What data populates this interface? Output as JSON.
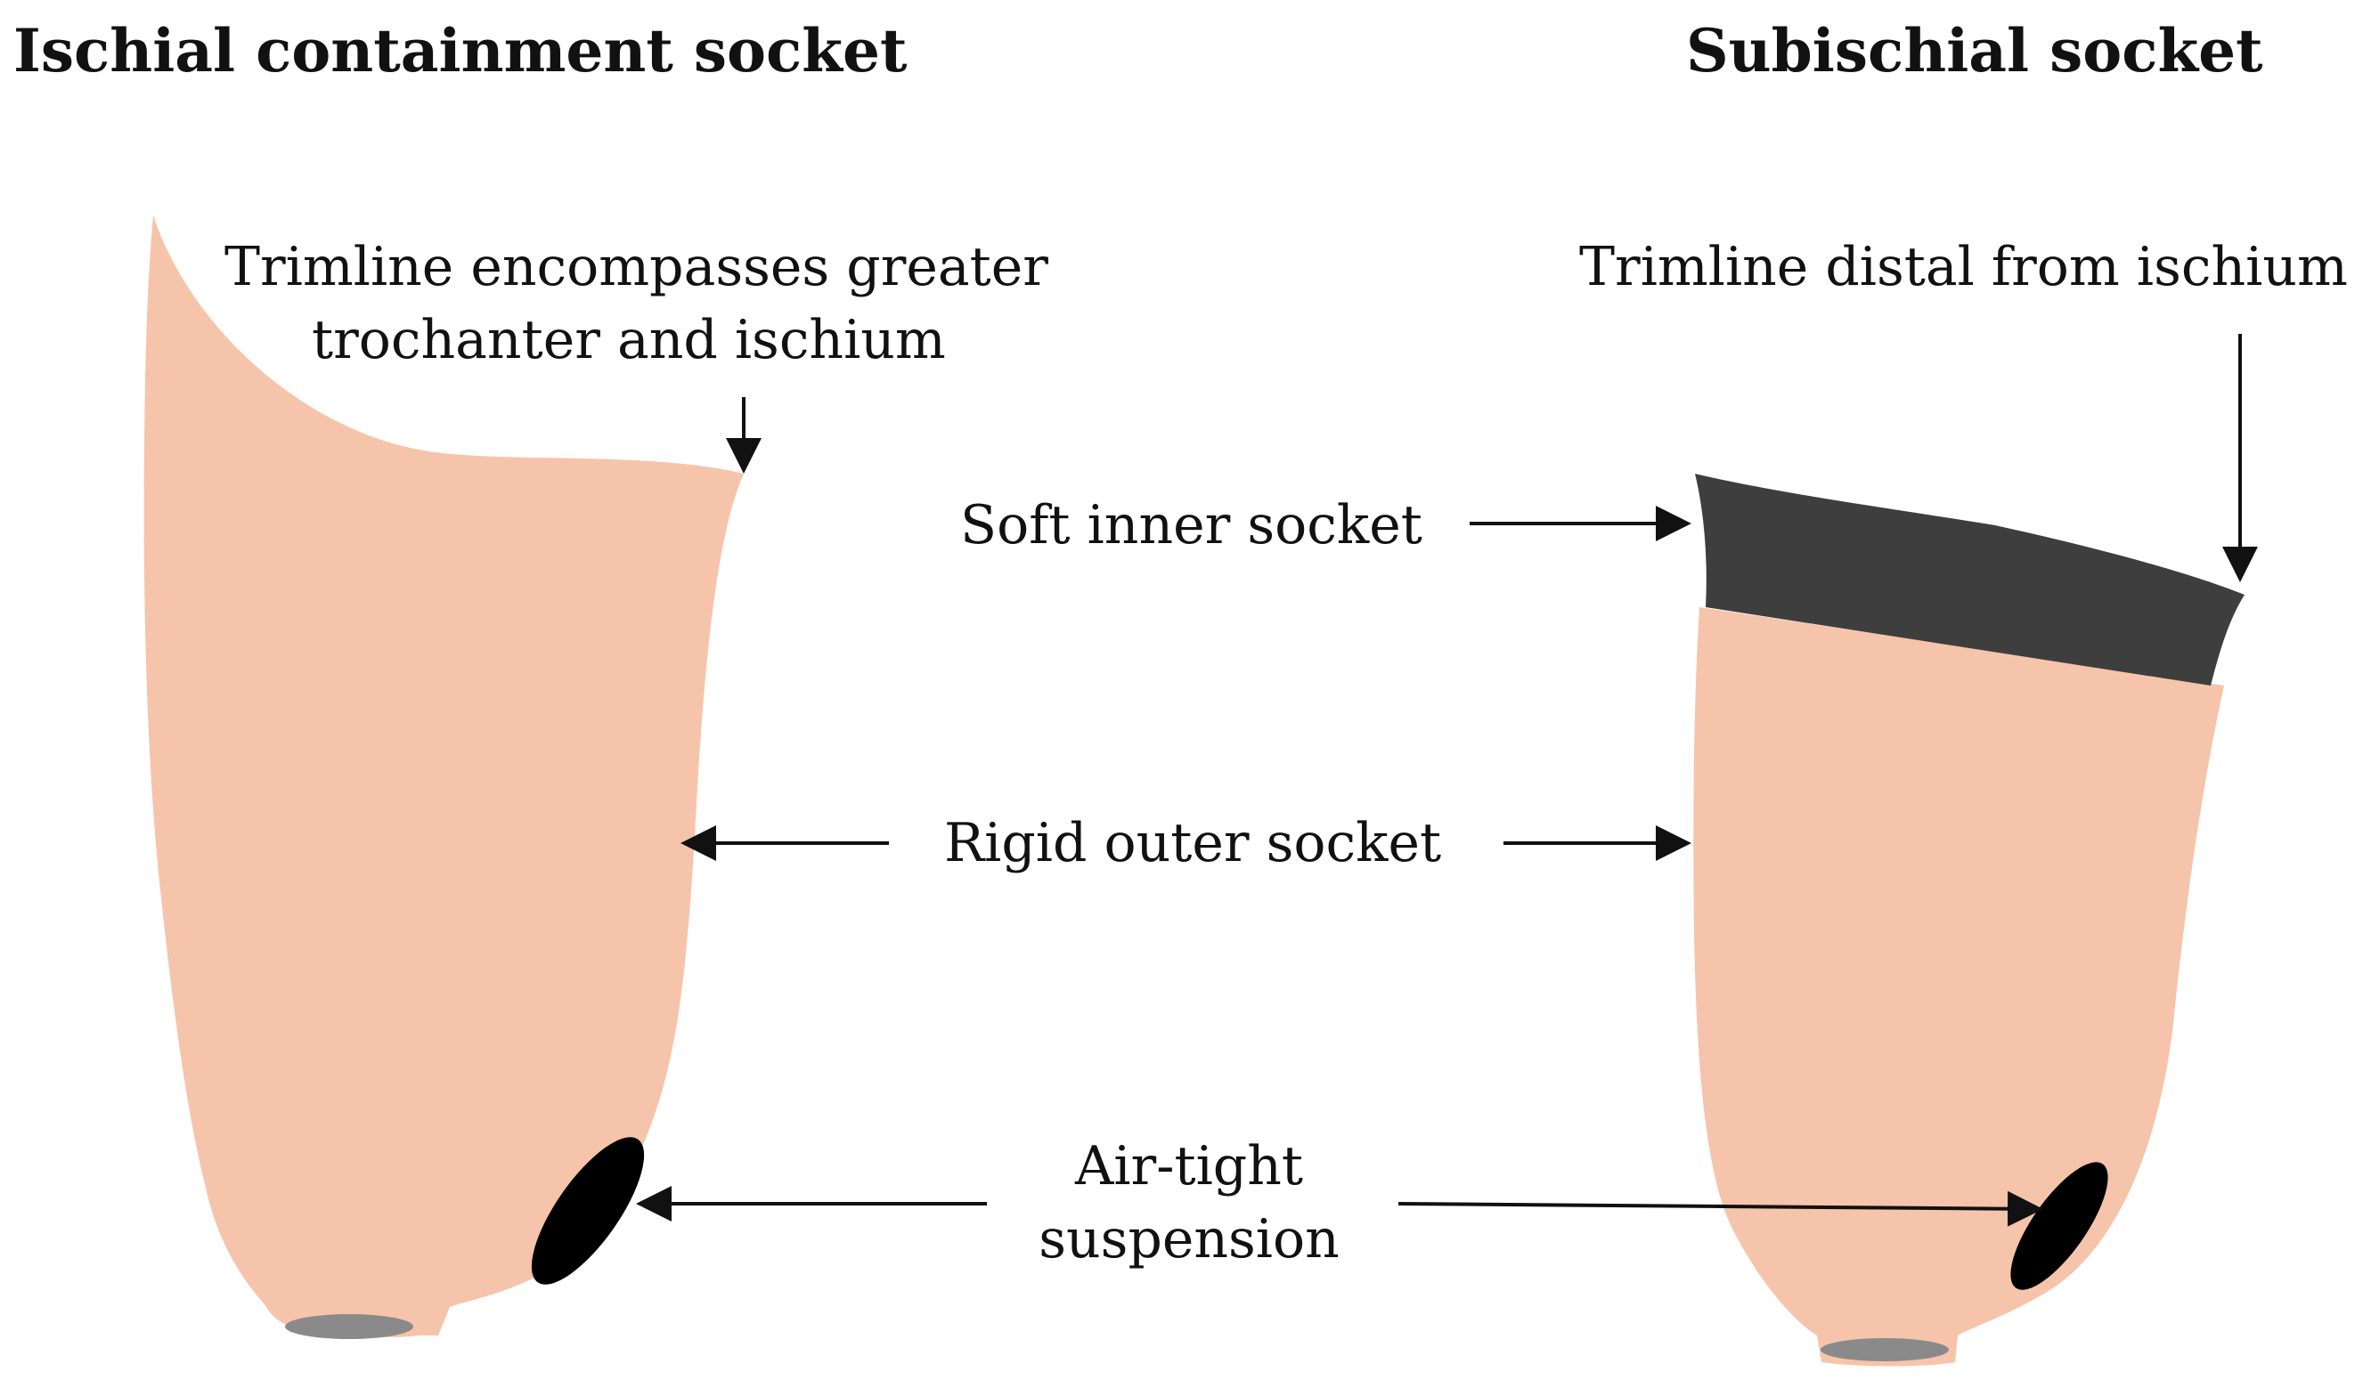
{
  "titles": {
    "left": "Ischial containment socket",
    "right": "Subischial socket"
  },
  "labels": {
    "trimline_left_line1": "Trimline encompasses greater",
    "trimline_left_line2": "trochanter and ischium",
    "trimline_right": "Trimline distal from ischium",
    "soft_inner_socket": "Soft inner socket",
    "rigid_outer_socket": "Rigid outer socket",
    "air_tight_line1": "Air-tight",
    "air_tight_line2": "suspension"
  },
  "colors": {
    "socket_fill": "#f6c4ab",
    "inner_socket_fill": "#3e3e3e",
    "seal_fill": "#000000",
    "valve_fill": "#8a8a8a",
    "text": "#111111",
    "background": "#ffffff"
  }
}
